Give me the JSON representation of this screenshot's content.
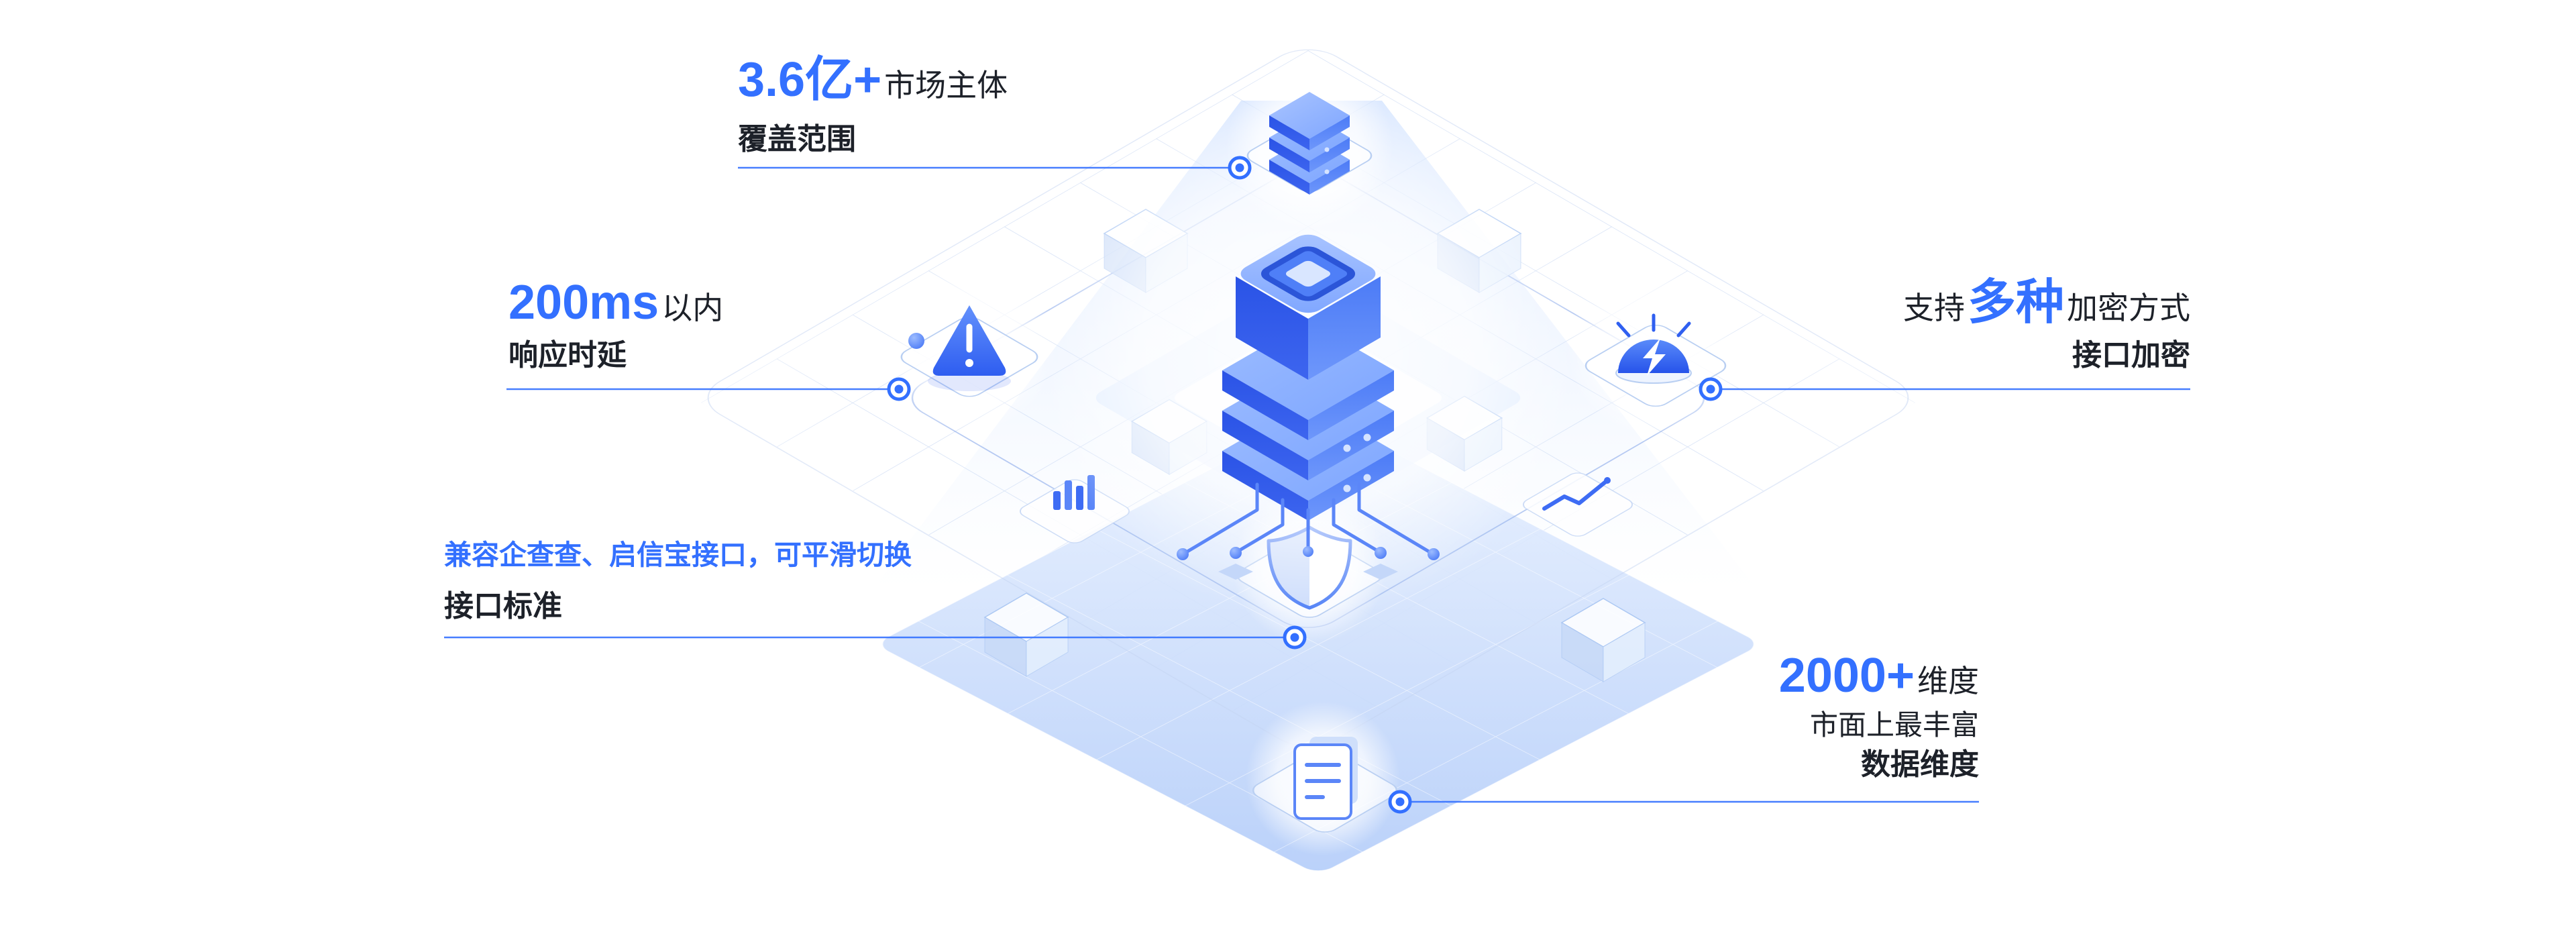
{
  "colors": {
    "accent": "#3370ff",
    "text": "#1d2129"
  },
  "callouts": {
    "coverage": {
      "value": "3.6亿+",
      "unit": "市场主体",
      "label": "覆盖范围"
    },
    "latency": {
      "value": "200ms",
      "unit": "以内",
      "label": "响应时延"
    },
    "api_standard": {
      "desc": "兼容企查查、启信宝接口，可平滑切换",
      "label": "接口标准"
    },
    "encryption": {
      "prefix": "支持",
      "value": "多种",
      "unit": "加密方式",
      "label": "接口加密"
    },
    "dimensions": {
      "value": "2000+",
      "unit": "维度",
      "desc": "市面上最丰富",
      "label": "数据维度"
    }
  },
  "illustration": {
    "icons": [
      "database-stack-icon",
      "server-icon",
      "warning-icon",
      "alarm-icon",
      "shield-icon",
      "document-icon",
      "bar-chart-icon",
      "line-chart-icon",
      "glass-cube-icon"
    ]
  }
}
